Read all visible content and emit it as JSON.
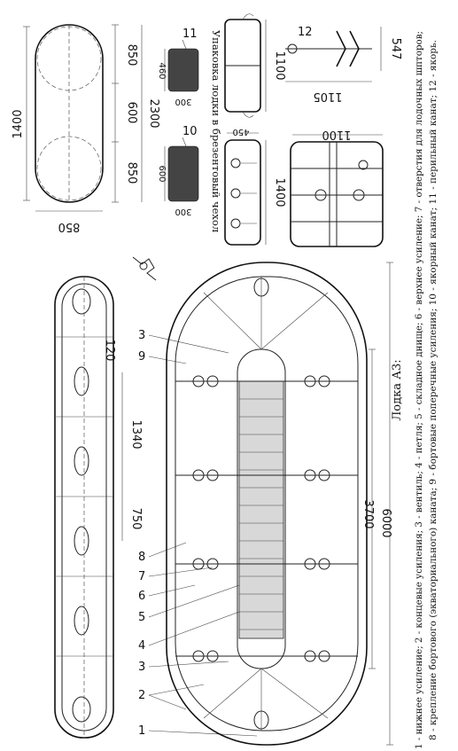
{
  "title": "Лодка А3:",
  "legend_line1": "1 - нижнее усиление; 2 - концевые усиления; 3 - вентиль; 4 - петля; 5 - складное днище; 6 - верхнее усиление; 7 - отверстия для лодочных шпторов;",
  "legend_line2": "8 - крепление бортового (экваториального) каната; 9 - бортовые поперечные усиления; 10 - якорный канат; 11 - перильный канат; 12 - якорь.",
  "packing_caption": "Упаковка лодки в брезентовый чехол",
  "dimensions": {
    "d1400": "1400",
    "d850a": "850",
    "d600a": "600",
    "d850b": "850",
    "d2300": "2300",
    "d850c": "850",
    "d460": "460",
    "d300a": "300",
    "d600b": "600",
    "d300b": "300",
    "d1100a": "1100",
    "d450": "450",
    "d1400b": "1400",
    "d1100b": "1100",
    "d1105": "1105",
    "d547": "547",
    "d120": "120",
    "d1340": "1340",
    "d750": "750",
    "d3700": "3700",
    "d6000": "6000"
  },
  "callouts": {
    "c1": "1",
    "c2": "2",
    "c3a": "3",
    "c3b": "3",
    "c4": "4",
    "c5": "5",
    "c6": "6",
    "c7": "7",
    "c8": "8",
    "c9": "9",
    "c10": "10",
    "c11": "11",
    "c12": "12"
  }
}
